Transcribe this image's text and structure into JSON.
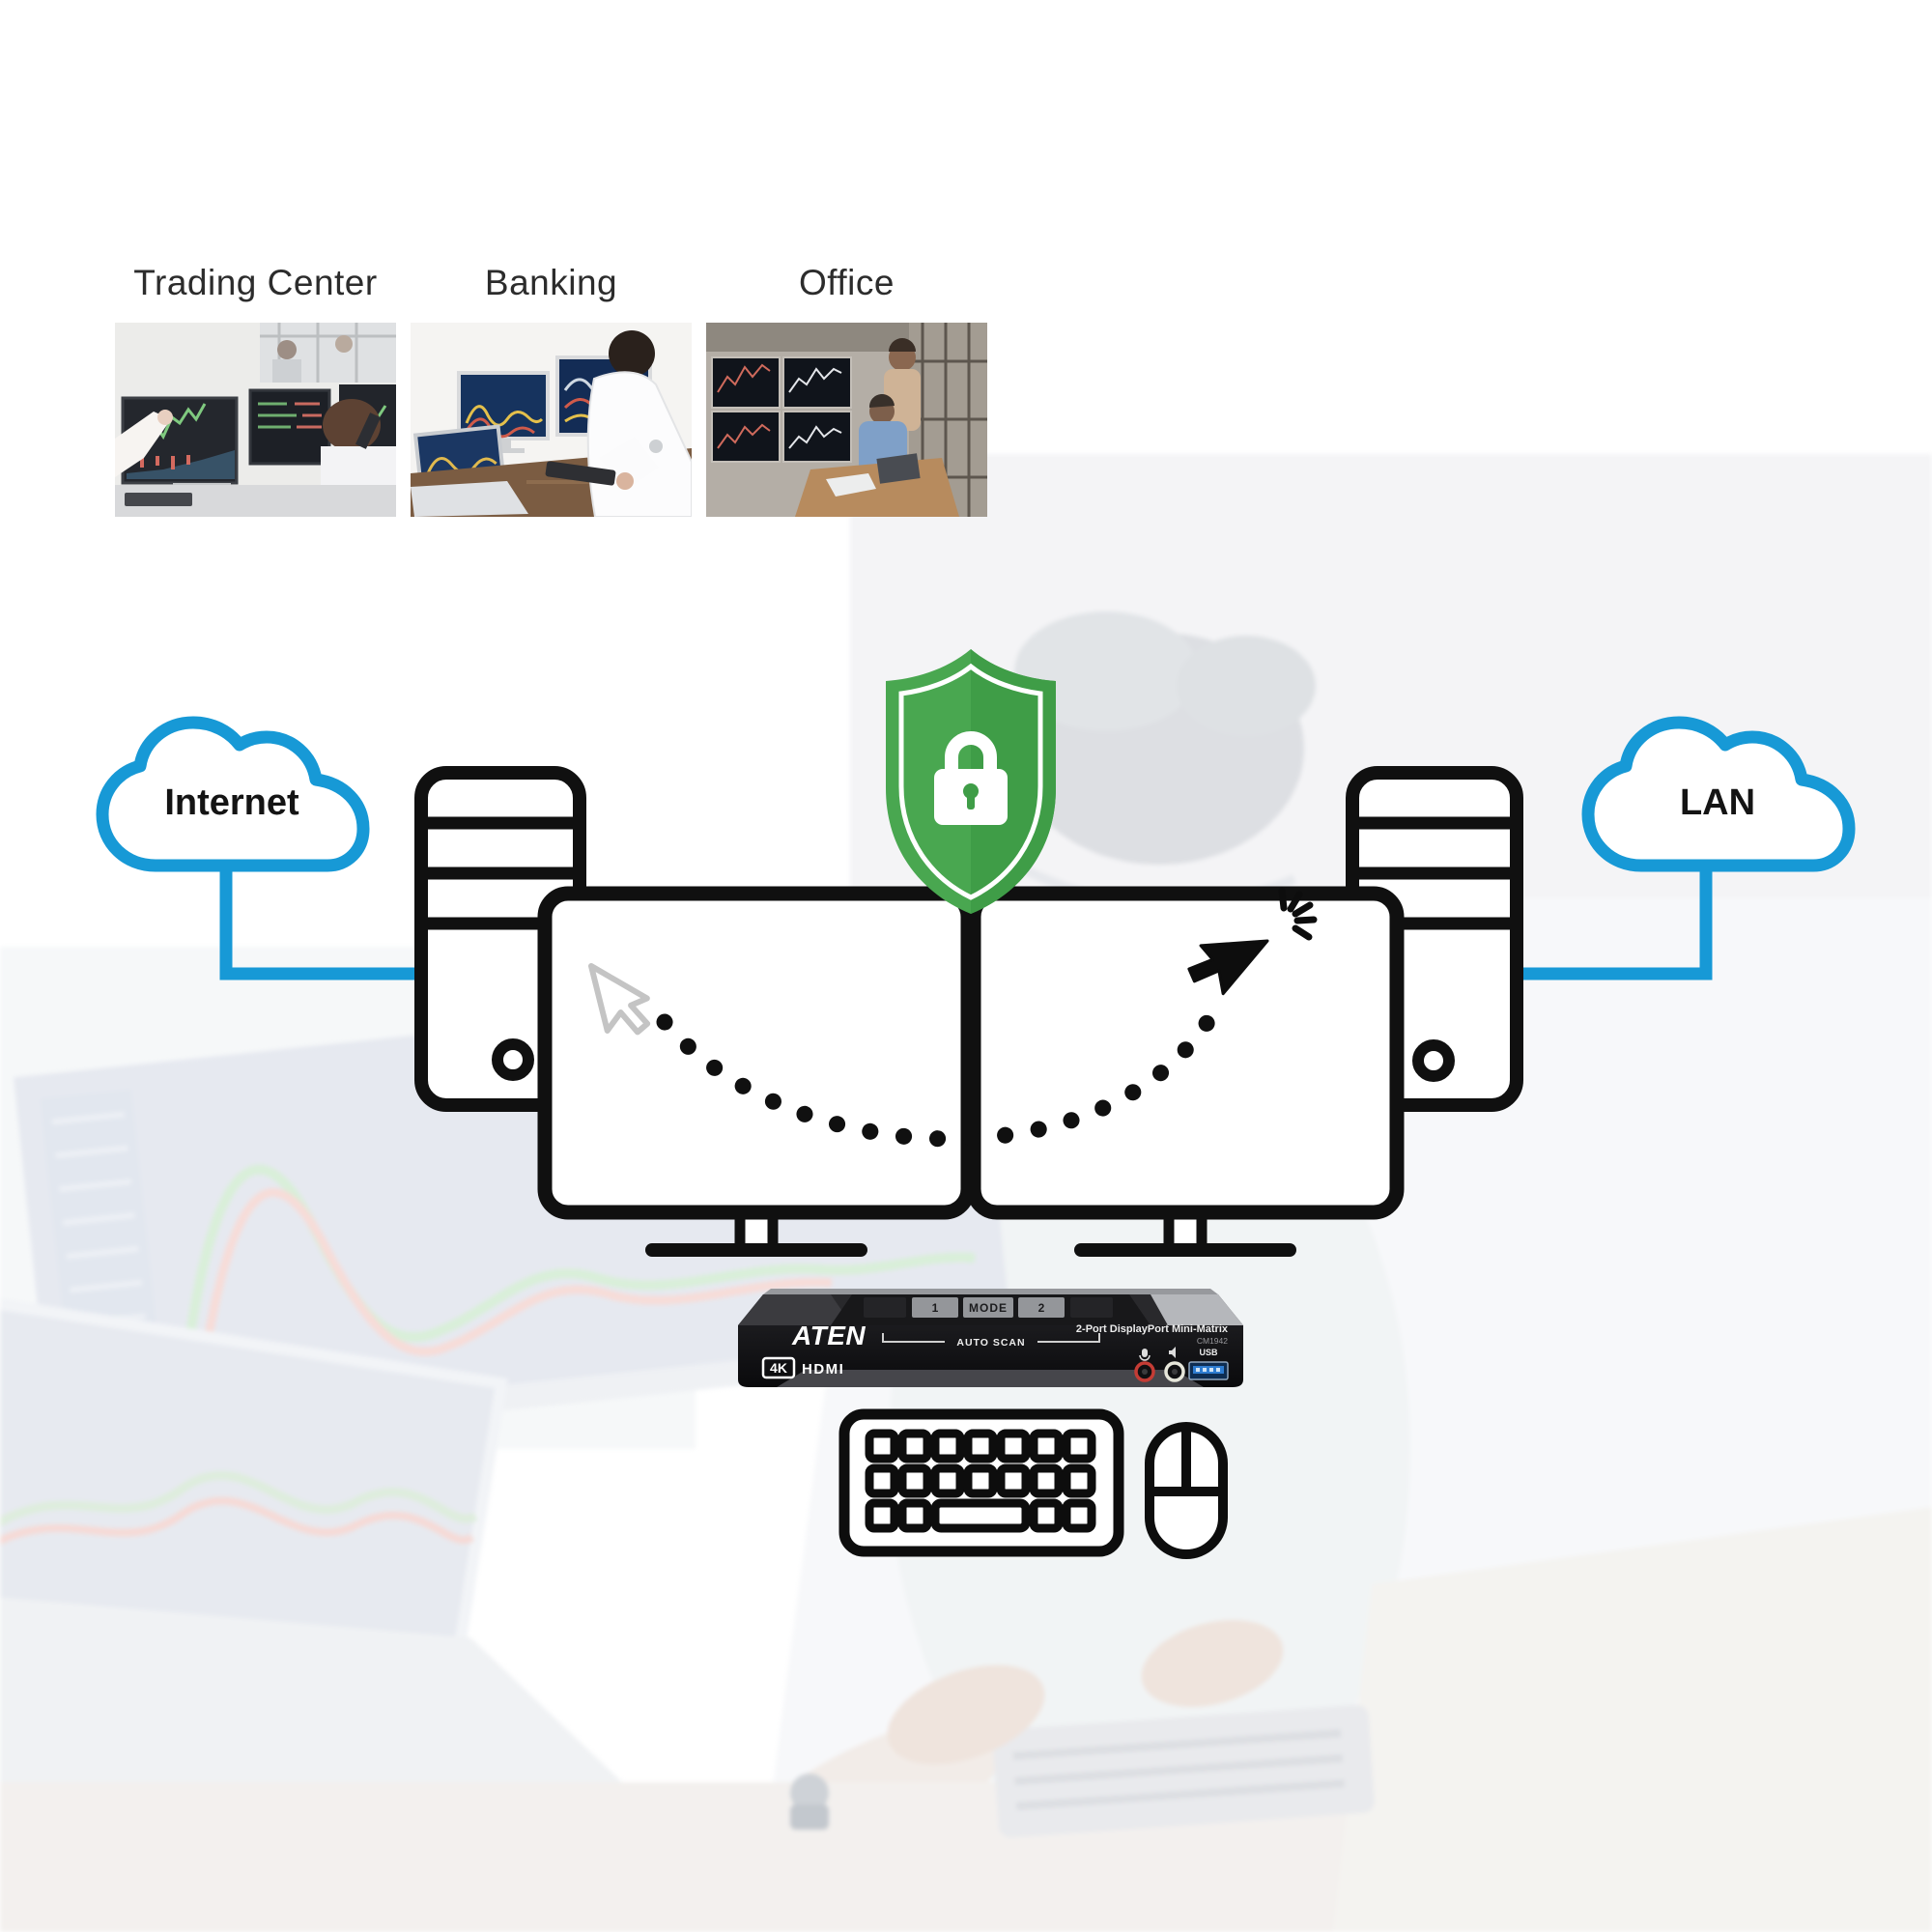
{
  "photos": {
    "items": [
      {
        "label": "Trading Center"
      },
      {
        "label": "Banking"
      },
      {
        "label": "Office"
      }
    ]
  },
  "diagram": {
    "internet_label": "Internet",
    "lan_label": "LAN"
  },
  "device": {
    "brand": "ATEN",
    "badge_4k": "4K",
    "badge_hdmi": "HDMI",
    "button_1": "1",
    "button_mode": "MODE",
    "button_2": "2",
    "auto_scan": "AUTO SCAN",
    "product": "2-Port DisplayPort Mini-Matrix",
    "model": "CM1942",
    "usb": "USB"
  },
  "colors": {
    "accent_blue": "#1799d6",
    "shield_green": "#49a750",
    "shield_green_dark": "#3f9d47",
    "line_black": "#101010"
  }
}
